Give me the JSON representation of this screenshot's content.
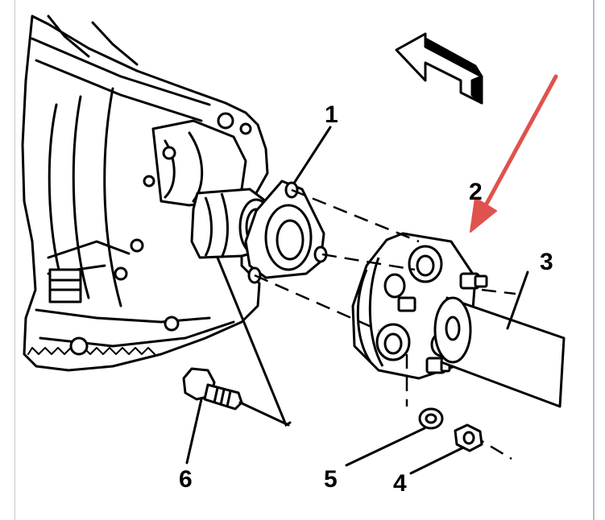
{
  "callouts": {
    "c1": "1",
    "c2": "2",
    "c3": "3",
    "c4": "4",
    "c5": "5",
    "c6": "6"
  },
  "colors": {
    "ink": "#000000",
    "pointer_arrow": "#e0524d",
    "background": "#ffffff"
  }
}
